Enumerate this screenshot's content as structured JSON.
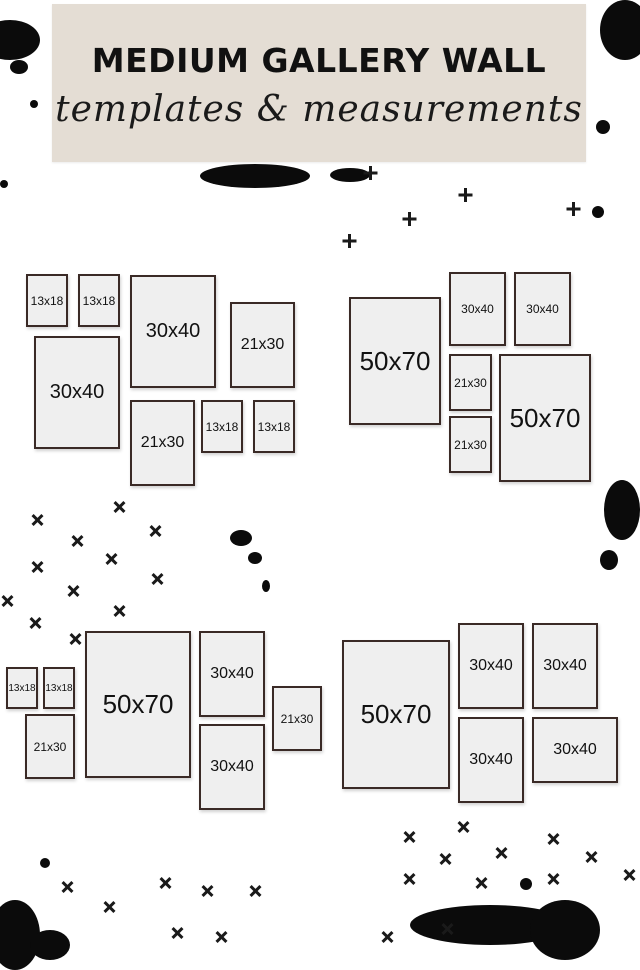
{
  "header": {
    "title": "MEDIUM GALLERY WALL",
    "subtitle": "templates & measurements"
  },
  "layouts": [
    {
      "name": "top-left",
      "frames": [
        "13x18",
        "13x18",
        "30x40",
        "21x30",
        "30x40",
        "21x30",
        "13x18",
        "13x18"
      ]
    },
    {
      "name": "top-right",
      "frames": [
        "50x70",
        "30x40",
        "30x40",
        "21x30",
        "21x30",
        "50x70"
      ]
    },
    {
      "name": "bottom-left",
      "frames": [
        "13x18",
        "13x18",
        "21x30",
        "50x70",
        "30x40",
        "30x40",
        "21x30"
      ]
    },
    {
      "name": "bottom-right",
      "frames": [
        "50x70",
        "30x40",
        "30x40",
        "30x40",
        "30x40"
      ]
    }
  ]
}
